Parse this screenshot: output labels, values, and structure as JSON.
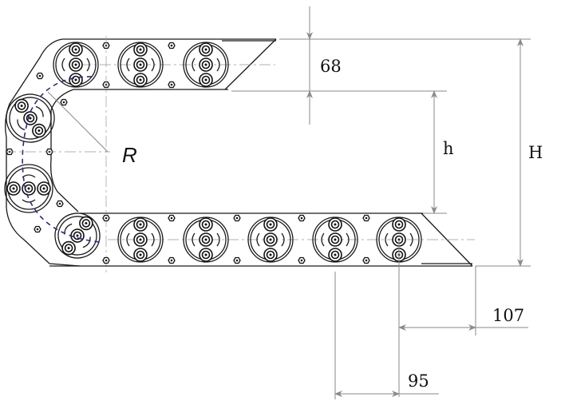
{
  "dimensions": {
    "pitch_height": "68",
    "inner_height": "h",
    "outer_height": "H",
    "bend_radius": "R",
    "end_length": "107",
    "pitch": "95"
  },
  "colors": {
    "outline": "#1a1a1a",
    "dimension": "#8a8a8a",
    "radius_path": "#2c2c7a"
  }
}
